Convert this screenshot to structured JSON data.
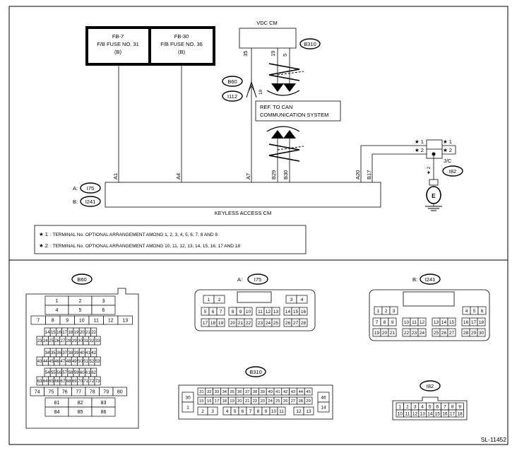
{
  "fuses": [
    {
      "lines": [
        "FB-7",
        "F/B FUSE NO. 31",
        "(B)"
      ]
    },
    {
      "lines": [
        "FB-30",
        "F/B FUSE NO. 36",
        "(B)"
      ]
    }
  ],
  "vdc": {
    "title": "VDC CM",
    "connector": "B310",
    "pins": [
      "35",
      "19",
      "5"
    ]
  },
  "inline_connector": {
    "labels": [
      "B60",
      "I112"
    ],
    "pin": "19"
  },
  "can_note": [
    "REF. TO CAN",
    "COMMUNICATION SYSTEM"
  ],
  "keyless": {
    "title": "KEYLESS ACCESS CM",
    "prefix_a": "A:",
    "connector_a": "I75",
    "prefix_b": "B:",
    "connector_b": "I241",
    "pins": [
      "A1",
      "A4",
      "A7",
      "B29",
      "B30",
      "A20",
      "B17"
    ]
  },
  "jc": {
    "label": "J/C",
    "connector": "I82",
    "marks": [
      "★ 1",
      "★ 2",
      "★ 1",
      "★ 2",
      "★ 2"
    ],
    "ground": "E"
  },
  "notes": [
    {
      "mark": "★ 1",
      "text": ": TERMINAL No. OPTIONAL ARRANGEMENT AMONG 1, 2, 3, 4, 5, 6, 7, 8 AND 9"
    },
    {
      "mark": "★ 2",
      "text": ": TERMINAL No. OPTIONAL ARRANGEMENT AMONG 10, 11, 12, 13, 14, 15, 16, 17 AND 18"
    }
  ],
  "connectors": {
    "b60": {
      "label": "B60",
      "rows": [
        [
          "1",
          "2",
          "3"
        ],
        [
          "4",
          "5",
          "6"
        ],
        [
          "7",
          "8",
          "9",
          "10",
          "11",
          "12",
          "13"
        ],
        [
          "14",
          "15",
          "16",
          "17",
          "18",
          "19",
          "20",
          "21",
          "22"
        ],
        [
          "23",
          "24",
          "25",
          "26",
          "27",
          "28",
          "29",
          "30",
          "31",
          "32",
          "33"
        ],
        [
          "34",
          "35",
          "36",
          "37",
          "38",
          "39",
          "40",
          "41",
          "42"
        ],
        [
          "43",
          "44",
          "45",
          "46",
          "47",
          "48",
          "49",
          "50",
          "51",
          "52",
          "53"
        ],
        [
          "54",
          "55",
          "56",
          "57",
          "58",
          "59",
          "60",
          "61",
          "62"
        ],
        [
          "63",
          "64",
          "65",
          "66",
          "67",
          "68",
          "69",
          "70",
          "71",
          "72",
          "73"
        ],
        [
          "74",
          "75",
          "76",
          "77",
          "78",
          "79",
          "80"
        ],
        [
          "81",
          "82",
          "83"
        ],
        [
          "84",
          "85",
          "86"
        ]
      ]
    },
    "i75": {
      "prefix": "A:",
      "label": "I75",
      "top_left": [
        "1",
        "2"
      ],
      "top_right": [
        "3",
        "4"
      ],
      "mid": [
        [
          "5",
          "6",
          "7"
        ],
        [
          "8",
          "9",
          "10"
        ],
        [
          "11",
          "12",
          "13"
        ],
        [
          "14",
          "15",
          "16"
        ]
      ],
      "bot": [
        [
          "17",
          "18",
          "19"
        ],
        [
          "20",
          "21",
          "22"
        ],
        [
          "23",
          "24",
          "25"
        ],
        [
          "26",
          "27",
          "28"
        ]
      ]
    },
    "i241": {
      "prefix": "B:",
      "label": "I241",
      "top_left": [
        "1",
        "2",
        "3"
      ],
      "top_right": [
        "4",
        "5",
        "6"
      ],
      "mid": [
        [
          "7",
          "8",
          "9"
        ],
        [
          "10",
          "11",
          "12"
        ],
        [
          "13",
          "14",
          "15"
        ],
        [
          "16",
          "17",
          "18"
        ]
      ],
      "bot": [
        [
          "19",
          "20",
          "21"
        ],
        [
          "22",
          "23",
          "24"
        ],
        [
          "25",
          "26",
          "27"
        ],
        [
          "28",
          "29",
          "30"
        ]
      ]
    },
    "b310": {
      "label": "B310",
      "left_top": "30",
      "left_bot": "1",
      "right_top": "46",
      "right_bot": "14",
      "row1": [
        "31",
        "32",
        "33",
        "34",
        "35",
        "36",
        "37",
        "38",
        "39",
        "40",
        "41",
        "42",
        "43",
        "44",
        "45"
      ],
      "row2": [
        "15",
        "16",
        "17",
        "18",
        "19",
        "20",
        "21",
        "22",
        "23",
        "24",
        "25",
        "26",
        "27",
        "28",
        "29"
      ],
      "row3_left": [
        "2",
        "3"
      ],
      "row3_mid": [
        "4",
        "5",
        "6",
        "7",
        "8",
        "9",
        "10",
        "11"
      ],
      "row3_right": [
        "12",
        "13"
      ]
    },
    "i82": {
      "label": "I82",
      "row1": [
        "1",
        "2",
        "3",
        "4",
        "5",
        "6",
        "7",
        "8",
        "9"
      ],
      "row2": [
        "10",
        "11",
        "12",
        "13",
        "14",
        "15",
        "16",
        "17",
        "18"
      ]
    }
  },
  "figure_id": "SL-11452"
}
